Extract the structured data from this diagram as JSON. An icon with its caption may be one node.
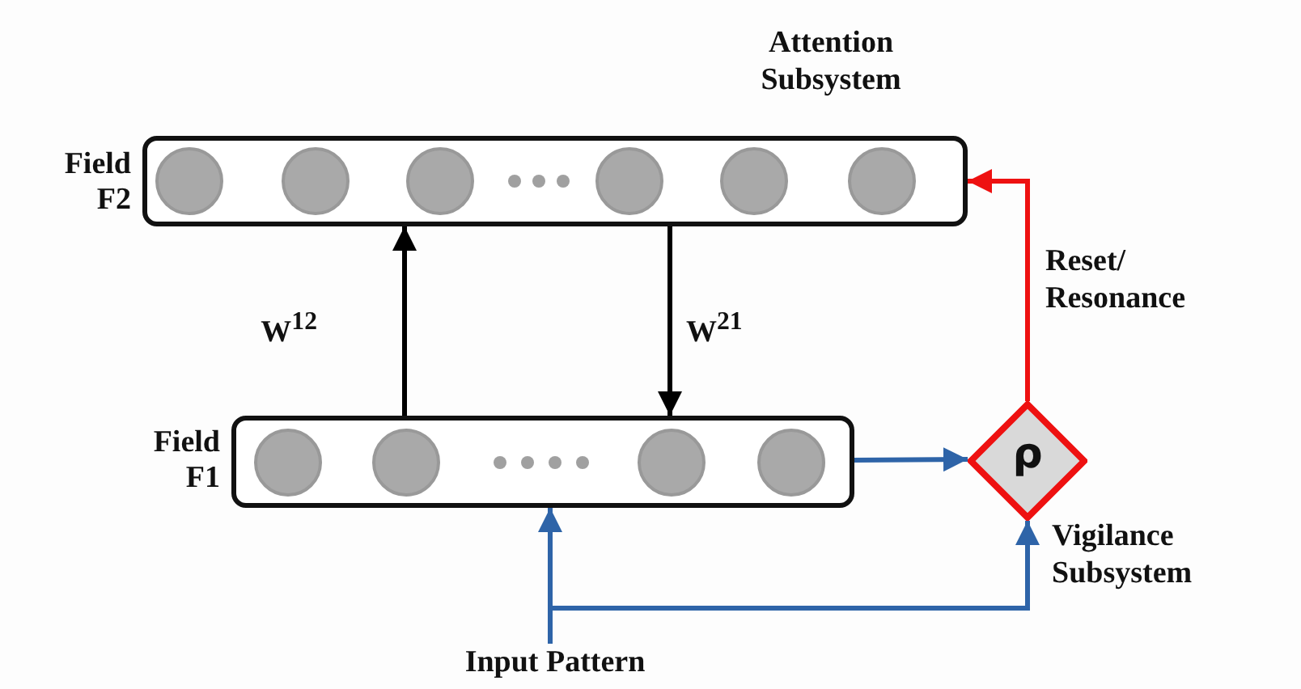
{
  "diagram": {
    "nodes": [
      {
        "text": [
          "Field F2"
        ],
        "beside": [
          "Attention Subsystem"
        ]
      },
      {
        "text": [],
        "shape": "circle",
        "in": 0
      },
      {
        "text": [],
        "shape": "circle",
        "in": 0
      },
      {
        "text": [],
        "shape": "circle",
        "in": 0
      },
      {
        "text": [],
        "shape": "circle",
        "in": 0
      },
      {
        "text": [],
        "shape": "circle",
        "in": 0
      },
      {
        "text": [],
        "shape": "circle",
        "in": 0
      },
      {
        "text": [
          "Field F1"
        ]
      },
      {
        "text": [],
        "shape": "circle",
        "in": 7
      },
      {
        "text": [],
        "shape": "circle",
        "in": 7
      },
      {
        "text": [],
        "shape": "circle",
        "in": 7
      },
      {
        "text": [],
        "shape": "circle",
        "in": 7
      },
      {
        "text": [
          "ρ"
        ],
        "beside": [
          "Vigilance Subsystem"
        ]
      },
      {
        "text": [
          "Input Pattern"
        ]
      }
    ],
    "edges": [
      {
        "from": 7,
        "to": 0,
        "arrow": "to",
        "label": "W$^{12}$",
        "color": "#000000"
      },
      {
        "from": 0,
        "to": 7,
        "arrow": "to",
        "label": "W$^{21}$",
        "color": "#000000"
      },
      {
        "from": 7,
        "to": 12,
        "arrow": "to",
        "color": "#2e64a8"
      },
      {
        "from": 12,
        "to": 0,
        "arrow": "to",
        "label": "Reset/ Resonance",
        "color": "#ee1111"
      },
      {
        "from": 13,
        "to": 7,
        "arrow": "to",
        "color": "#2e64a8"
      },
      {
        "from": 13,
        "to": 12,
        "arrow": "to",
        "color": "#2e64a8"
      }
    ]
  }
}
